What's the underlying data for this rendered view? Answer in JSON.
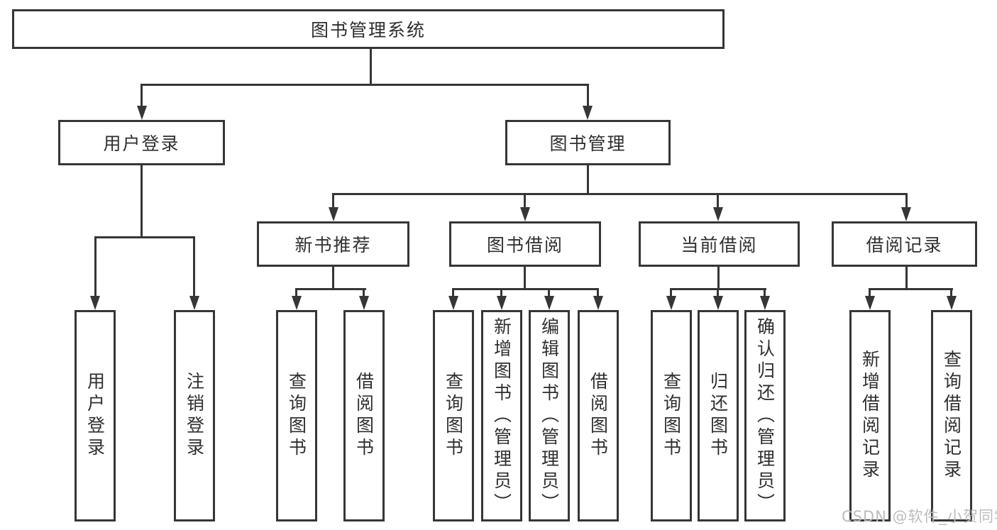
{
  "diagram": {
    "root": {
      "label": "图书管理系统"
    },
    "branches": [
      {
        "label": "用户登录",
        "children": [
          {
            "label": "用户登录"
          },
          {
            "label": "注销登录"
          }
        ]
      },
      {
        "label": "图书管理",
        "sections": [
          {
            "label": "新书推荐",
            "children": [
              {
                "label": "查询图书"
              },
              {
                "label": "借阅图书"
              }
            ]
          },
          {
            "label": "图书借阅",
            "children": [
              {
                "label": "查询图书"
              },
              {
                "label": "新增图书（管理员）"
              },
              {
                "label": "编辑图书（管理员）"
              },
              {
                "label": "借阅图书"
              }
            ]
          },
          {
            "label": "当前借阅",
            "children": [
              {
                "label": "查询图书"
              },
              {
                "label": "归还图书"
              },
              {
                "label": "确认归还（管理员）"
              }
            ]
          },
          {
            "label": "借阅记录",
            "children": [
              {
                "label": "新增借阅记录"
              },
              {
                "label": "查询借阅记录"
              }
            ]
          }
        ]
      }
    ]
  },
  "watermark": {
    "text": "CSDN @软件_小贺同学"
  },
  "colors": {
    "line": "#363636",
    "text": "#2f2f2f",
    "watermark": "#bcbcbc",
    "background": "#ffffff"
  }
}
